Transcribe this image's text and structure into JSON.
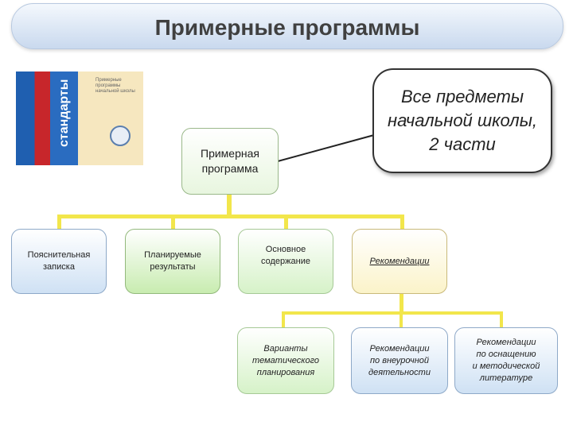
{
  "title": "Примерные программы",
  "book": {
    "spine_text": "стандарты",
    "cover_text": "Примерные программы начальной школы"
  },
  "root": {
    "line1": "Примерная",
    "line2": "программа"
  },
  "callout": {
    "line1": "Все предметы",
    "line2": "начальной школы,",
    "line3": "2 части"
  },
  "level1": [
    {
      "line1": "Пояснительная",
      "line2": "записка"
    },
    {
      "line1": "Планируемые",
      "line2": "результаты"
    },
    {
      "line1": "Основное",
      "line2": "содержание"
    },
    {
      "line1": "Рекомендации",
      "line2": ""
    }
  ],
  "level2": [
    {
      "line1": "Варианты",
      "line2": "тематического",
      "line3": "планирования",
      "line4": ""
    },
    {
      "line1": "Рекомендации",
      "line2": "по внеурочной",
      "line3": "деятельности",
      "line4": ""
    },
    {
      "line1": "Рекомендации",
      "line2": "по оснащению",
      "line3": "и методической",
      "line4": "литературе"
    }
  ],
  "colors": {
    "connector": "#f2e64b",
    "title_bg": "#c9d9ee"
  }
}
